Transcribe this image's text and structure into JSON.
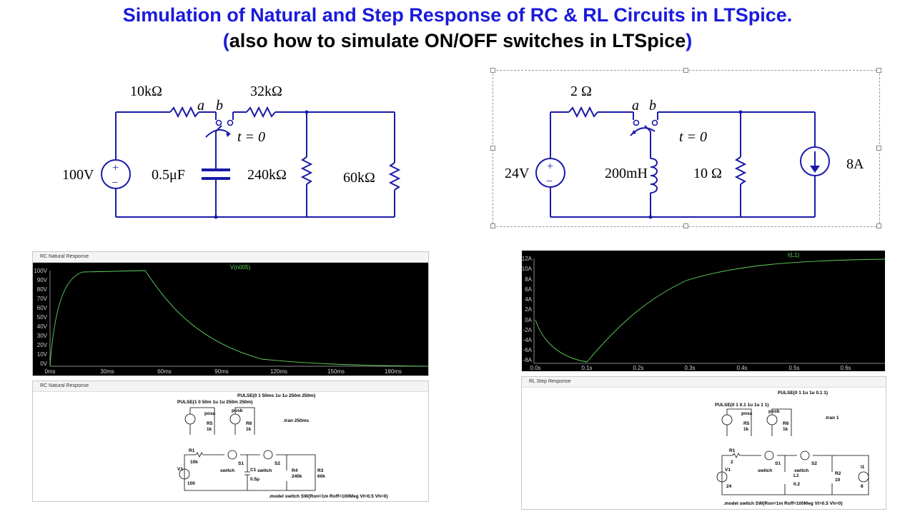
{
  "title": {
    "line1": "Simulation of Natural and Step Response of RC & RL Circuits in LTSpice.",
    "line2_open": "(",
    "line2_text": "also how to simulate ON/OFF switches in LTSpice",
    "line2_close": ")"
  },
  "rc_circuit": {
    "r1": "10kΩ",
    "r2": "32kΩ",
    "pole_a": "a",
    "pole_b": "b",
    "switch_time": "t = 0",
    "source": "100V",
    "capacitor": "0.5μF",
    "r3": "240kΩ",
    "r4": "60kΩ",
    "plus": "+",
    "minus": "−"
  },
  "rl_circuit": {
    "r1": "2 Ω",
    "pole_a": "a",
    "pole_b": "b",
    "switch_time": "t = 0",
    "source": "24V",
    "inductor": "200mH",
    "r2": "10 Ω",
    "current_source": "8A",
    "plus": "+",
    "minus": "−"
  },
  "rc_plot": {
    "window_title": "RC Natural Response",
    "trace": "V(n005)",
    "y_ticks": [
      "100V",
      "90V",
      "80V",
      "70V",
      "60V",
      "50V",
      "40V",
      "30V",
      "20V",
      "10V",
      "0V"
    ],
    "x_ticks": [
      "0ms",
      "30ms",
      "60ms",
      "90ms",
      "120ms",
      "150ms",
      "180ms"
    ]
  },
  "rc_schematic": {
    "window_title": "RC Natural Response",
    "pulse1": "PULSE(1 0 50m 1u 1u 250m 250m)",
    "pulse2": "PULSE(0 1 50ms 1u 1u 250m 250m)",
    "tran": ".tran 250ms",
    "posa": "posa",
    "posb": "posb",
    "r5": "R5",
    "r5v": "1k",
    "r6": "R6",
    "r6v": "1k",
    "r1": "R1",
    "r1v": "10k",
    "v1": "V1",
    "v1v": "100",
    "s1": "S1",
    "s2": "S2",
    "sw1": "switch",
    "sw2": "switch",
    "c1": "C1",
    "c1v": "0.5μ",
    "r4": "R4",
    "r4v": "240k",
    "r3": "R3",
    "r3v": "60k",
    "model": ".model switch SW(Ron=1m Roff=100Meg Vt=0.5 Vh=0)"
  },
  "rl_plot": {
    "trace": "I(L1)",
    "y_ticks": [
      "12A",
      "10A",
      "8A",
      "6A",
      "4A",
      "2A",
      "0A",
      "-2A",
      "-4A",
      "-6A",
      "-8A"
    ],
    "x_ticks": [
      "0.0s",
      "0.1s",
      "0.2s",
      "0.3s",
      "0.4s",
      "0.5s",
      "0.6s"
    ]
  },
  "rl_schematic": {
    "window_title": "RL Step Response",
    "pulse1": "PULSE(0 1 0.1 1u 1u 1 1)",
    "pulse2": "PULSE(0 1 1u 1u 0.1 1)",
    "tran": ".tran 1",
    "posa": "posa",
    "posb": "posb",
    "r5": "R5",
    "r5v": "1k",
    "r6": "R6",
    "r6v": "1k",
    "r1": "R1",
    "r1v": "2",
    "v1": "V1",
    "v1v": "24",
    "s1": "S1",
    "s2": "S2",
    "sw1": "switch",
    "sw2": "switch",
    "l1": "L1",
    "l1v": "0.2",
    "r2": "R2",
    "r2v": "10",
    "i1": "I1",
    "i1v": "8",
    "model": ".model switch SW(Ron=1m Roff=100Meg Vt=0.5 Vh=0)"
  },
  "colors": {
    "title_blue": "#1a1adc",
    "wire_blue": "#1a1aa8",
    "plot_bg": "#000000",
    "trace_green": "#5fd35f"
  }
}
